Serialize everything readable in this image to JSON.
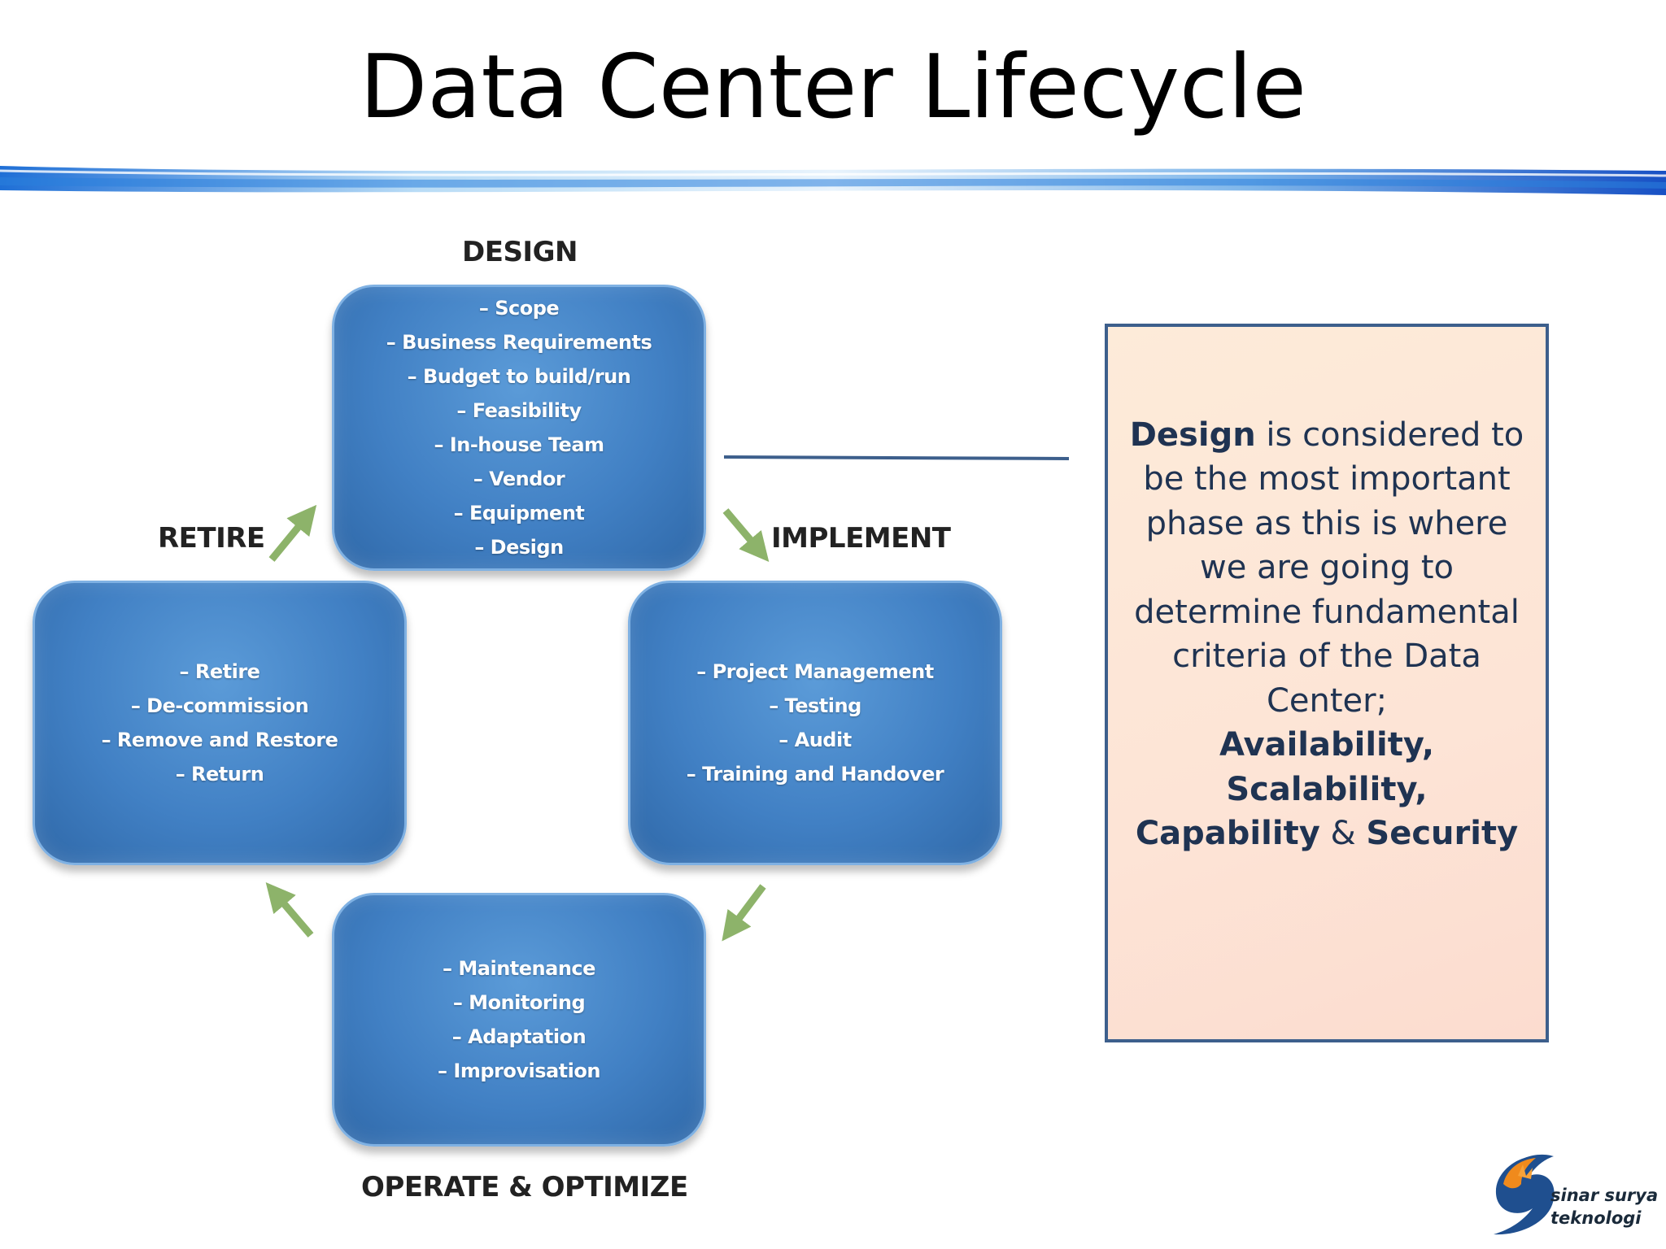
{
  "slide": {
    "title": "Data Center Lifecycle"
  },
  "phases": {
    "design": {
      "label": "DESIGN",
      "items": [
        "– Scope",
        "– Business Requirements",
        "– Budget to build/run",
        "– Feasibility",
        "– In-house Team",
        "– Vendor",
        "– Equipment",
        "– Design"
      ]
    },
    "implement": {
      "label": "IMPLEMENT",
      "items": [
        "– Project Management",
        "– Testing",
        "– Audit",
        "– Training and Handover"
      ]
    },
    "operate": {
      "label": "OPERATE & OPTIMIZE",
      "items": [
        "– Maintenance",
        "– Monitoring",
        "– Adaptation",
        "– Improvisation"
      ]
    },
    "retire": {
      "label": "RETIRE",
      "items": [
        "– Retire",
        "– De-commission",
        "– Remove and Restore",
        "– Return"
      ]
    }
  },
  "callout": {
    "lead": "Design",
    "body": " is considered to be the most important phase as this is where we are going to determine fundamental criteria of the Data Center; ",
    "criteria_1": "Availability, Scalability,",
    "criteria_2": "Capability",
    "and": " & ",
    "criteria_3": "Security"
  },
  "logo": {
    "line1": "sinar surya",
    "line2": "teknologi"
  },
  "colors": {
    "box_fill": "#4180c4",
    "arrow": "#8db36a",
    "callout_border": "#3d5f8c",
    "callout_fill": "#fde4d6",
    "band_blue": "#1f6fd6"
  }
}
